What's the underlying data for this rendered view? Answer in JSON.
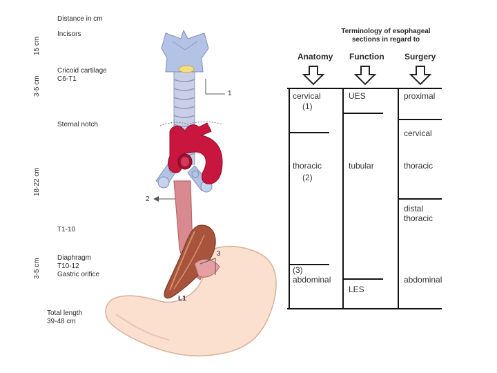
{
  "left": {
    "distance_heading": "Distance in cm",
    "vertical_labels": [
      "15 cm",
      "3-5 cm",
      "18-22 cm",
      "3-5 cm"
    ],
    "landmarks": [
      {
        "lines": [
          "Incisors"
        ]
      },
      {
        "lines": [
          "Cricoid cartilage",
          "C6-T1"
        ]
      },
      {
        "lines": [
          "Sternal notch"
        ]
      },
      {
        "lines": [
          "T1-10"
        ]
      },
      {
        "lines": [
          "Diaphragm",
          "T10-12",
          "Gastric orifice"
        ]
      },
      {
        "lines": [
          "Total length",
          "39-48 cm"
        ]
      }
    ],
    "markers": [
      "1",
      "2",
      "3",
      "L1"
    ]
  },
  "table": {
    "title": [
      "Terminology of esophageal",
      "sections in regard to"
    ],
    "columns": [
      "Anatomy",
      "Function",
      "Surgery"
    ],
    "anatomy": {
      "cervical": "cervical",
      "cervical_num": "(1)",
      "thoracic": "thoracic",
      "thoracic_num": "(2)",
      "abdominal_num": "(3)",
      "abdominal": "abdominal"
    },
    "function": {
      "ues": "UES",
      "tubular": "tubular",
      "les": "LES"
    },
    "surgery": {
      "proximal": "proximal",
      "cervical": "cervical",
      "thoracic": "thoracic",
      "distal": "distal",
      "distal_thoracic": "thoracic",
      "abdominal": "abdominal"
    }
  }
}
